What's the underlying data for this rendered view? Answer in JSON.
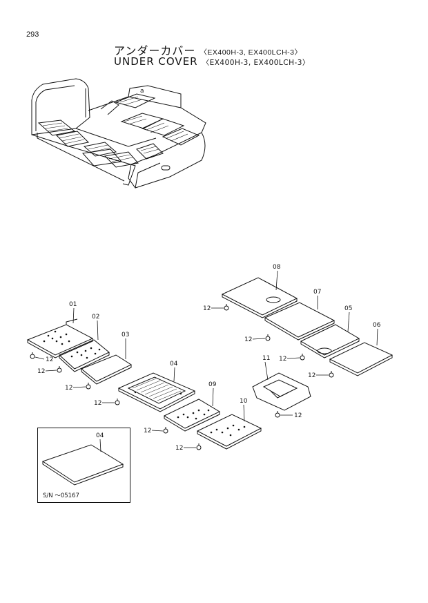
{
  "page_number": "293",
  "title_jp": "アンダーカバー",
  "title_en": "UNDER COVER",
  "model_text": "〈EX400H-3, EX400LCH-3〉",
  "overview_view_label": "a",
  "part_labels": {
    "p01": "01",
    "p02": "02",
    "p03": "03",
    "p04": "04",
    "p05": "05",
    "p06": "06",
    "p07": "07",
    "p08": "08",
    "p09": "09",
    "p10": "10",
    "p11": "11"
  },
  "bolt_label": "12",
  "inset": {
    "part_label": "04",
    "serial_note": "S/N ～05167"
  }
}
